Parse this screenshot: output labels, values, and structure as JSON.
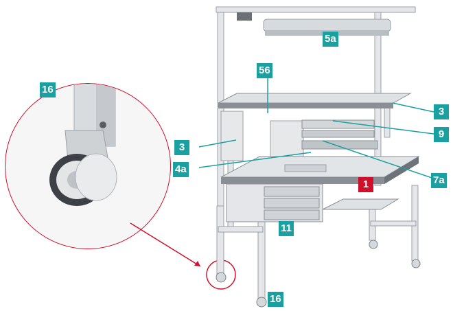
{
  "colors": {
    "callout": "#1aa0a0",
    "highlight": "#d0102a",
    "frame": "#e4e6ea",
    "frame_edge": "#9aa0a6",
    "worktop": "#8a8f96",
    "leader": "#1aa0a0",
    "detail_line": "#d0102a"
  },
  "callouts": {
    "magnifier": "16",
    "light": "5a",
    "shelf_upper": "56",
    "side_right": "3",
    "tray": "9",
    "side_left": "3",
    "drawer_rail": "7a",
    "worktop_mat": "4a",
    "worktop": "1",
    "drawer_unit": "11",
    "castor": "16"
  }
}
